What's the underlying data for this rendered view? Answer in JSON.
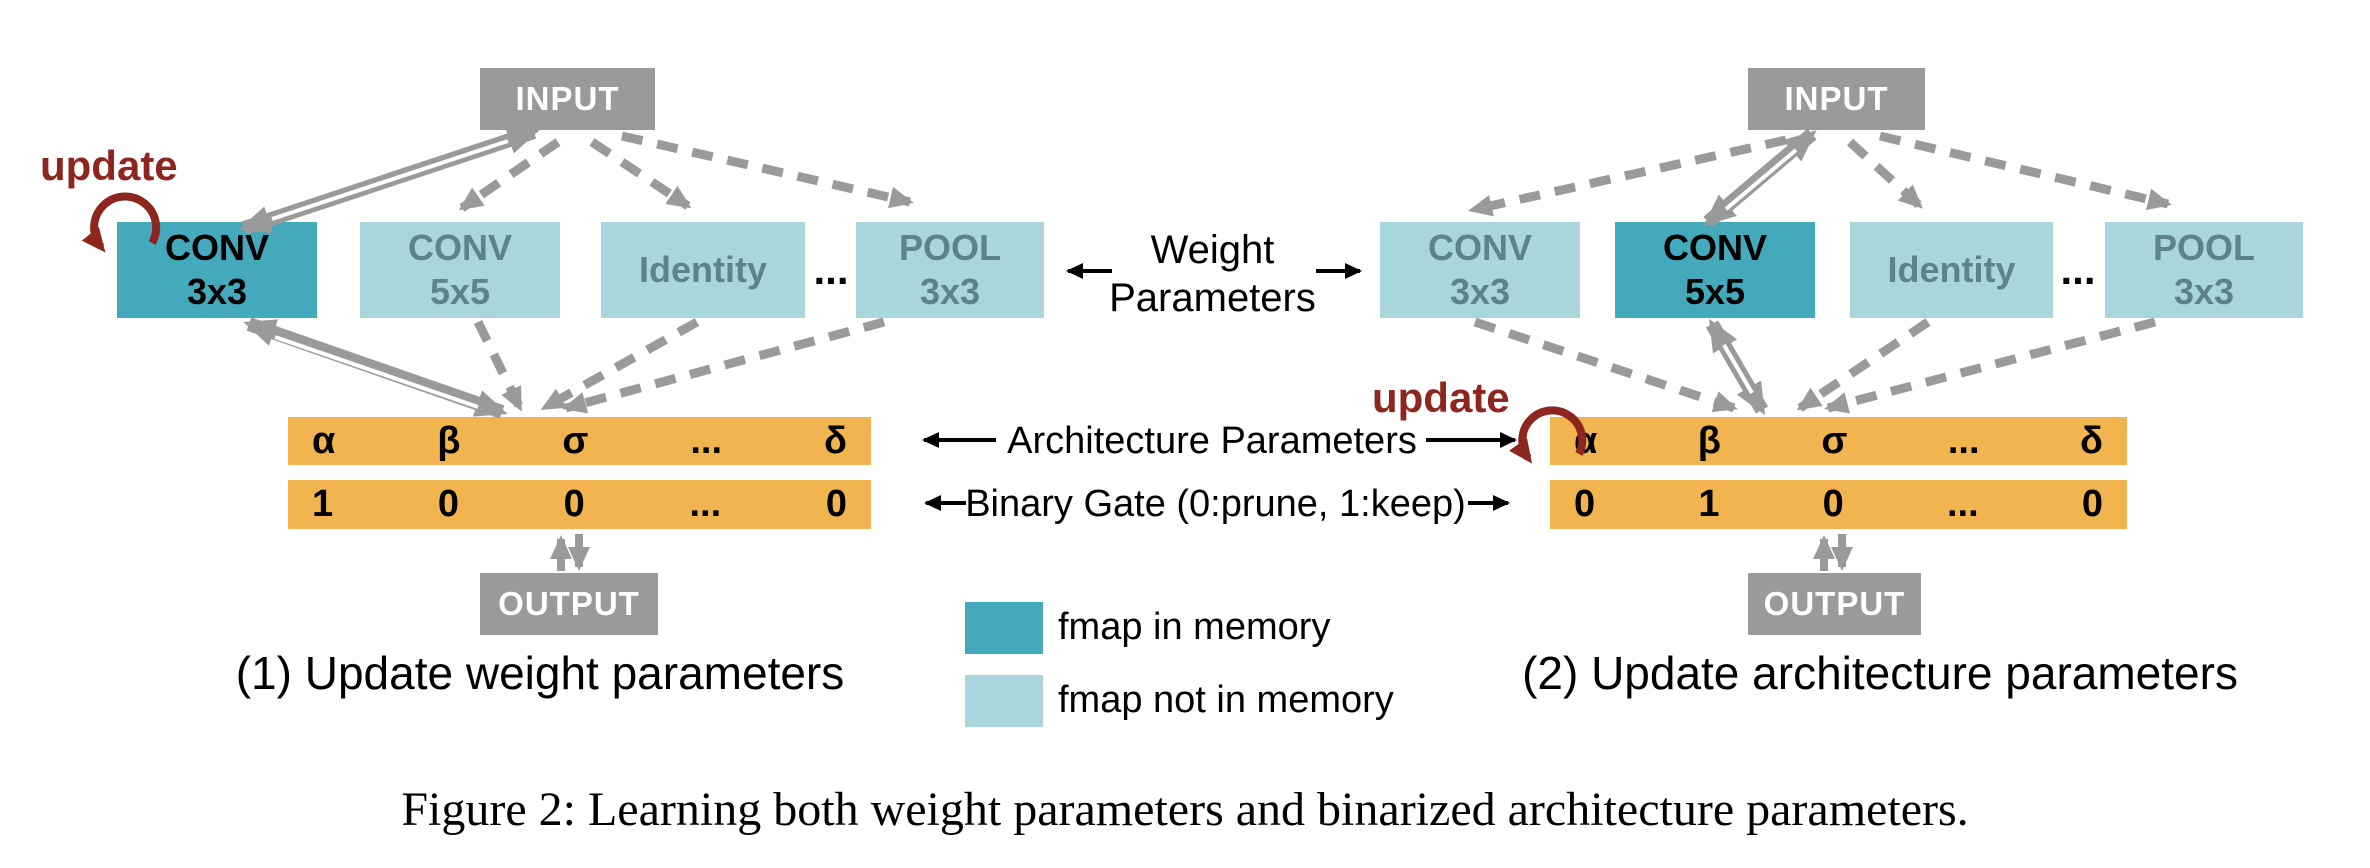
{
  "figure": {
    "caption": "Figure 2: Learning both weight parameters and binarized architecture parameters."
  },
  "middle": {
    "weight": "Weight\nParameters",
    "architecture": "Architecture Parameters",
    "binary_gate": "Binary Gate (0:prune, 1:keep)"
  },
  "legend": {
    "in_memory": "fmap in memory",
    "not_in_memory": "fmap not in memory"
  },
  "left": {
    "update": "update",
    "input": "INPUT",
    "output": "OUTPUT",
    "ops": [
      {
        "label": "CONV\n3x3",
        "state": "fmap in memory"
      },
      {
        "label": "CONV\n5x5",
        "state": "fmap not in memory"
      },
      {
        "label": "Identity",
        "state": "fmap not in memory"
      },
      {
        "label": "POOL\n3x3",
        "state": "fmap not in memory"
      }
    ],
    "ellipsis": "...",
    "arch_params": [
      "α",
      "β",
      "σ",
      "...",
      "δ"
    ],
    "binary_gate": [
      "1",
      "0",
      "0",
      "...",
      "0"
    ],
    "caption": "(1) Update weight parameters"
  },
  "right": {
    "update": "update",
    "input": "INPUT",
    "output": "OUTPUT",
    "ops": [
      {
        "label": "CONV\n3x3",
        "state": "fmap not in memory"
      },
      {
        "label": "CONV\n5x5",
        "state": "fmap in memory"
      },
      {
        "label": "Identity",
        "state": "fmap not in memory"
      },
      {
        "label": "POOL\n3x3",
        "state": "fmap not in memory"
      }
    ],
    "ellipsis": "...",
    "arch_params": [
      "α",
      "β",
      "σ",
      "...",
      "δ"
    ],
    "binary_gate": [
      "0",
      "1",
      "0",
      "...",
      "0"
    ],
    "caption": "(2) Update architecture parameters"
  },
  "colors": {
    "fmap_in_memory": "#44A9BB",
    "fmap_not_in_memory": "#A9D6DC",
    "io_box_gray": "#9A9A9A",
    "param_bar_orange": "#F1B44F",
    "update_red": "#8E2620",
    "arrow_gray": "#9A9A9A"
  }
}
